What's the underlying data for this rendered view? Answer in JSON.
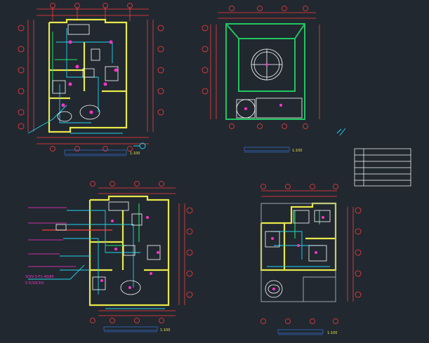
{
  "colors": {
    "background": "#212830",
    "dimension": "#ff3b3b",
    "wall": "#e8e84a",
    "wiring": "#22d3ee",
    "device": "#ff33cc",
    "pipe": "#22c55e",
    "detail": "#ffffff",
    "title": "#3b82f6",
    "legend_border": "#ffffff"
  },
  "drawings": {
    "ground_floor": {
      "title": "1:100",
      "scale": "1:100"
    },
    "roof": {
      "title": "1:100",
      "scale": "1:100"
    },
    "first_floor": {
      "title": "1:100",
      "scale": "1:100"
    },
    "second_floor": {
      "title": "1:100",
      "scale": "1:100"
    }
  },
  "annotations": {
    "riser_label": "3(VV-3-F1-40/80",
    "riser_label_2": "S 5/10(3)V"
  },
  "legend": {
    "rows": 6
  }
}
